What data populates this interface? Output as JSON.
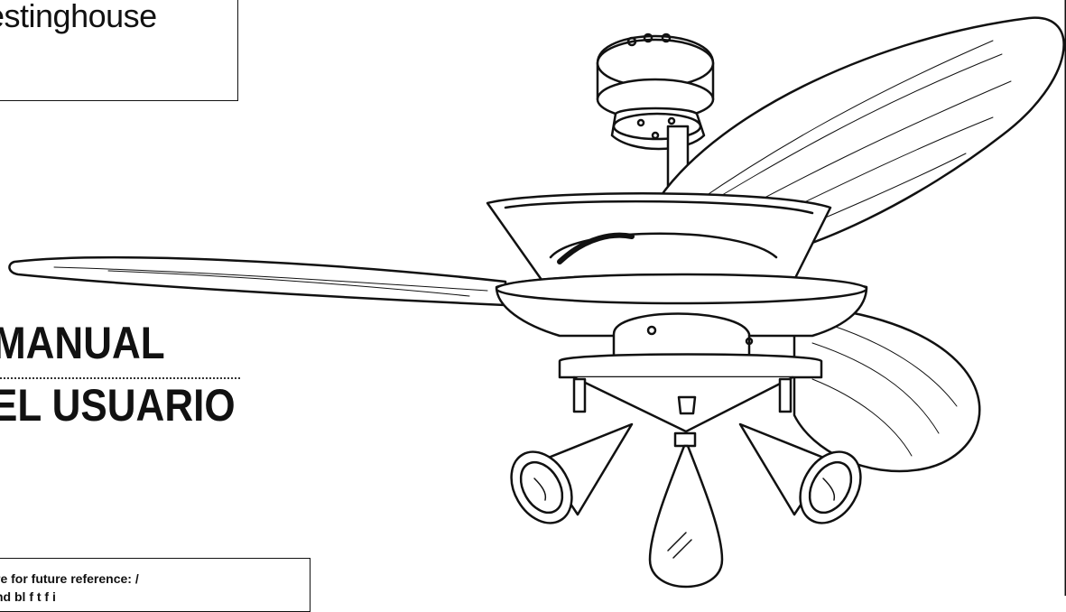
{
  "cover": {
    "brand": "estinghouse",
    "title_line1": "MANUAL",
    "title_line2": "EL USUARIO",
    "note_line1": "re for future reference: /",
    "note_line2": "nd  bl       f  t       f        i"
  },
  "illustration": {
    "subject": "ceiling-fan-with-light-kit",
    "blade_count": 3,
    "lamp_count": 3
  }
}
